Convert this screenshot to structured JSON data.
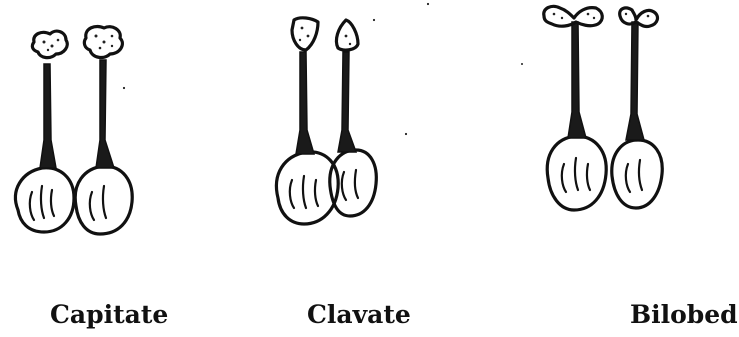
{
  "figure": {
    "labels": [
      "Capitate",
      "Clavate",
      "Bilobed"
    ]
  }
}
